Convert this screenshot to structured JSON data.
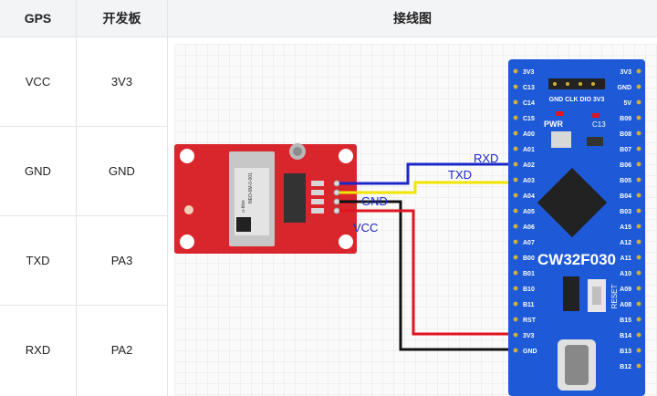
{
  "table": {
    "headers": {
      "gps": "GPS",
      "board": "开发板",
      "wiring": "接线图"
    },
    "rows": [
      {
        "gps": "VCC",
        "board": "3V3"
      },
      {
        "gps": "GND",
        "board": "GND"
      },
      {
        "gps": "TXD",
        "board": "PA3"
      },
      {
        "gps": "RXD",
        "board": "PA2"
      }
    ]
  },
  "diagram": {
    "wire_labels": {
      "rxd": "RXD",
      "txd": "TXD",
      "gnd": "GND",
      "vcc": "VCC"
    },
    "module_text": {
      "line1": "NEO-6M-0-001",
      "line2": "u-blox"
    },
    "board": {
      "name": "CW32F030",
      "reset_label": "RESET",
      "header_label": "GND CLK DIO 3V3",
      "par_label": "PWR",
      "c13_label": "C13",
      "left_pins": [
        "3V3",
        "C13",
        "C14",
        "C15",
        "A00",
        "A01",
        "A02",
        "A03",
        "A04",
        "A05",
        "A06",
        "A07",
        "B00",
        "B01",
        "B10",
        "B11",
        "RST",
        "3V3",
        "GND"
      ],
      "right_pins": [
        "3V3",
        "GND",
        "5V",
        "B09",
        "B08",
        "B07",
        "B06",
        "B05",
        "B04",
        "B03",
        "A15",
        "A12",
        "A11",
        "A10",
        "A09",
        "A08",
        "B15",
        "B14",
        "B13",
        "B12"
      ]
    },
    "colors": {
      "rxd": "#1a28c8",
      "txd": "#f2e500",
      "gnd": "#111111",
      "vcc": "#e0141e",
      "board": "#1e5ad8",
      "module": "#d8262c"
    }
  }
}
